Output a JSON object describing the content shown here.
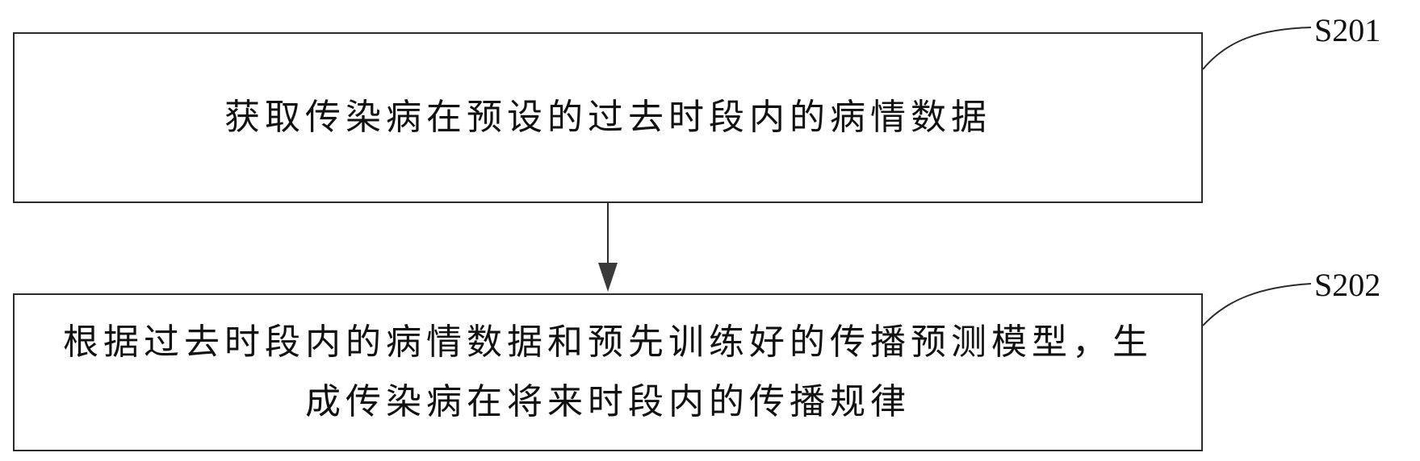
{
  "steps": [
    {
      "label": "S201",
      "text": "获取传染病在预设的过去时段内的病情数据"
    },
    {
      "label": "S202",
      "text": "根据过去时段内的病情数据和预先训练好的传播预测模型，生成传染病在将来时段内的传播规律"
    }
  ]
}
